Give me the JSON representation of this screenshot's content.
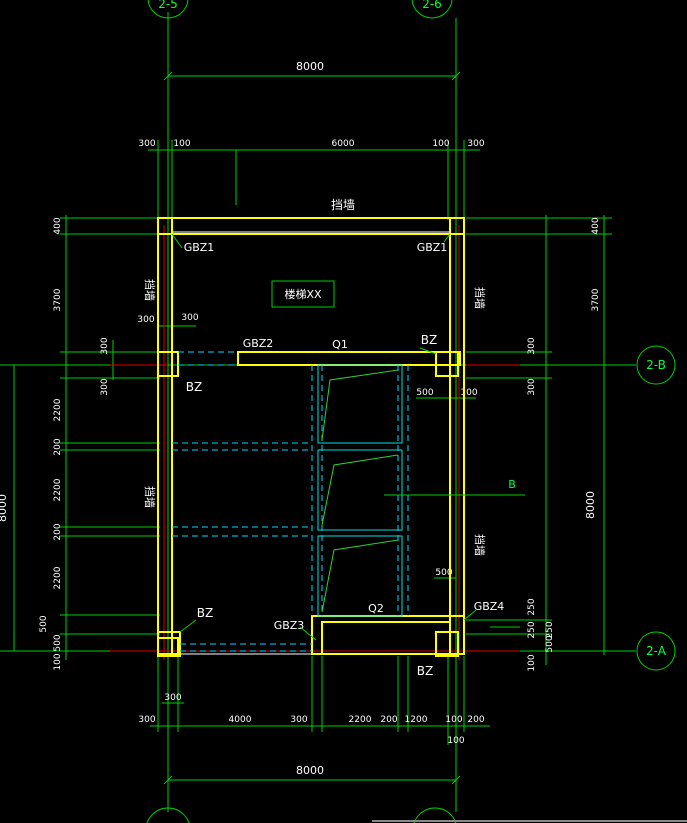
{
  "axes": {
    "top_left": "2-5",
    "top_right": "2-6",
    "right_top": "2-B",
    "right_bottom": "2-A"
  },
  "dims_top": {
    "overall": "8000",
    "left_300": "300",
    "left_100": "100",
    "middle": "6000",
    "right_100": "100",
    "right_300": "300"
  },
  "dims_bottom": {
    "overall": "8000",
    "d300a": "300",
    "d4000": "4000",
    "d300b": "300",
    "d2200": "2200",
    "d200a": "200",
    "d1200": "1200",
    "d100": "100",
    "d200b": "200",
    "d100b": "100",
    "col300": "300"
  },
  "dims_left": {
    "overall": "8000",
    "d400": "400",
    "d3700": "3700",
    "d300a": "300",
    "d300b": "300",
    "d2200a": "2200",
    "d200a": "200",
    "d2200b": "2200",
    "d200b": "200",
    "d2200c": "2200",
    "d500a": "500",
    "d500b": "500",
    "d100": "100",
    "h300": "300",
    "h300b": "300"
  },
  "dims_right": {
    "overall": "8000",
    "d400": "400",
    "d3700": "3700",
    "d300a": "300",
    "d300b": "300",
    "d250a": "250",
    "d250b": "250",
    "d250c": "250",
    "d500": "500",
    "d100": "100",
    "h500": "500",
    "h100": "100",
    "h500b": "500"
  },
  "labels": {
    "retaining_top": "挡墙",
    "retaining_left_top": "挡墙",
    "retaining_right_top": "挡墙",
    "retaining_left_bottom": "挡墙",
    "retaining_right_bottom": "挡墙",
    "stair_box": "楼梯XX",
    "gbz1_left": "GBZ1",
    "gbz1_right": "GBZ1",
    "gbz2": "GBZ2",
    "gbz3": "GBZ3",
    "gbz4": "GBZ4",
    "q1": "Q1",
    "q2": "Q2",
    "bz_top_right": "BZ",
    "bz_mid_left": "BZ",
    "bz_bottom_left": "BZ",
    "bz_bottom_right": "BZ",
    "b_marker": "B"
  }
}
